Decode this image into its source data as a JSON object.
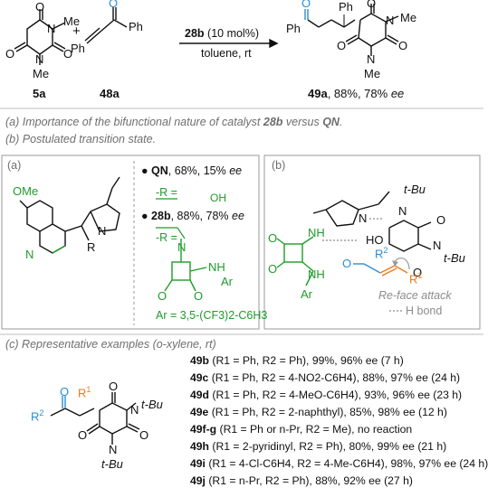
{
  "colors": {
    "green": "#1f9b2a",
    "blue": "#2a8fd6",
    "orange": "#ef7a1a",
    "grey": "#8c8c8c",
    "text": "#111111"
  },
  "scheme": {
    "reactant1_label": "5a",
    "reactant2_label": "48a",
    "catalyst_bold": "28b",
    "catalyst_loading": "(10 mol%)",
    "conditions": "toluene, rt",
    "product_label": "49a",
    "product_result": ", 88%, 78%",
    "ee": "ee",
    "plus": "+"
  },
  "atoms": {
    "N": "N",
    "O": "O",
    "H": "H",
    "Me": "Me",
    "Ph": "Ph",
    "OMe": "OMe",
    "R": "R",
    "Ar": "Ar",
    "R1": "R",
    "R2": "R",
    "tBu": "t-Bu",
    "OH": "OH",
    "one": "1",
    "two": "2"
  },
  "caption_a": {
    "pre": "(a) Importance of the bifunctional nature of catalyst ",
    "bold": "28b",
    "mid": " versus ",
    "bold2": "QN",
    "end": "."
  },
  "caption_b": "(b) Postulated transition state.",
  "panel_a": {
    "tag": "(a)",
    "qn_name": "QN",
    "qn_result": ", 68%, 15%",
    "cat_name": "28b",
    "cat_result": ", 88%, 78%",
    "r_eq": "-R =",
    "ar_def": "Ar = 3,5-(CF3)2-C6H3"
  },
  "panel_b": {
    "tag": "(b)",
    "reface": "Re-face attack",
    "hbond": "H bond"
  },
  "section_c": {
    "title": "(c) Representative examples (o-xylene, rt)",
    "examples": [
      {
        "id": "49b",
        "text": " (R1 = Ph, R2 = Ph), 99%, 96% ee (7 h)"
      },
      {
        "id": "49c",
        "text": " (R1 = Ph, R2 = 4-NO2-C6H4), 88%, 97% ee (24 h)"
      },
      {
        "id": "49d",
        "text": " (R1 = Ph, R2 = 4-MeO-C6H4), 93%, 96% ee (23 h)"
      },
      {
        "id": "49e",
        "text": " (R1 = Ph, R2 = 2-naphthyl), 85%, 98% ee (12 h)"
      },
      {
        "id": "49f-g",
        "text": " (R1 = Ph or n-Pr, R2 = Me), no reaction"
      },
      {
        "id": "49h",
        "text": " (R1 = 2-pyridinyl, R2 = Ph), 80%, 99% ee (21 h)"
      },
      {
        "id": "49i",
        "text": " (R1 = 4-Cl-C6H4, R2 = 4-Me-C6H4), 98%, 97% ee (24 h)"
      },
      {
        "id": "49j",
        "text": " (R1 = n-Pr, R2 = Ph), 88%, 92% ee (27 h)"
      }
    ]
  }
}
